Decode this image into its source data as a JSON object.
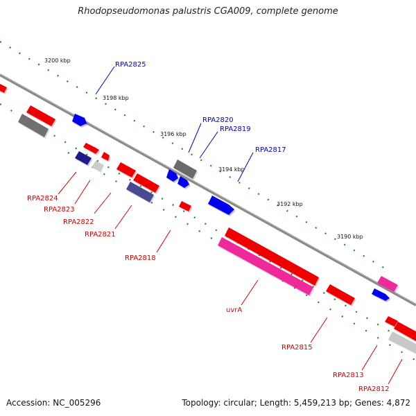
{
  "title": "Rhodopseudomonas palustris CGA009, complete genome",
  "footer": {
    "accession": "Accession: NC_005296",
    "stats": "Topology: circular; Length: 5,459,213 bp; Genes: 4,872"
  },
  "ticks": [
    "3200 kbp",
    "3198 kbp",
    "3196 kbp",
    "3194 kbp",
    "3192 kbp",
    "3190 kbp"
  ],
  "forward_genes": [
    "RPA2825",
    "RPA2820",
    "RPA2819",
    "RPA2817"
  ],
  "reverse_genes": [
    "RPA2824",
    "RPA2823",
    "RPA2822",
    "RPA2821",
    "RPA2818",
    "uvrA",
    "RPA2815",
    "RPA2813",
    "RPA2812"
  ],
  "colors": {
    "backbone": "#8a8a8a",
    "forward_feature": "#0000ee",
    "reverse_feature": "#ee0000",
    "hypothetical_dark": "#1a1a8a",
    "hypothetical_slate": "#4a4a8e",
    "pseudo_gray": "#7a7a7a",
    "light_gray": "#c8c8c8",
    "pink": "#ee2a9a",
    "tick_green": "#1a8a1a"
  }
}
